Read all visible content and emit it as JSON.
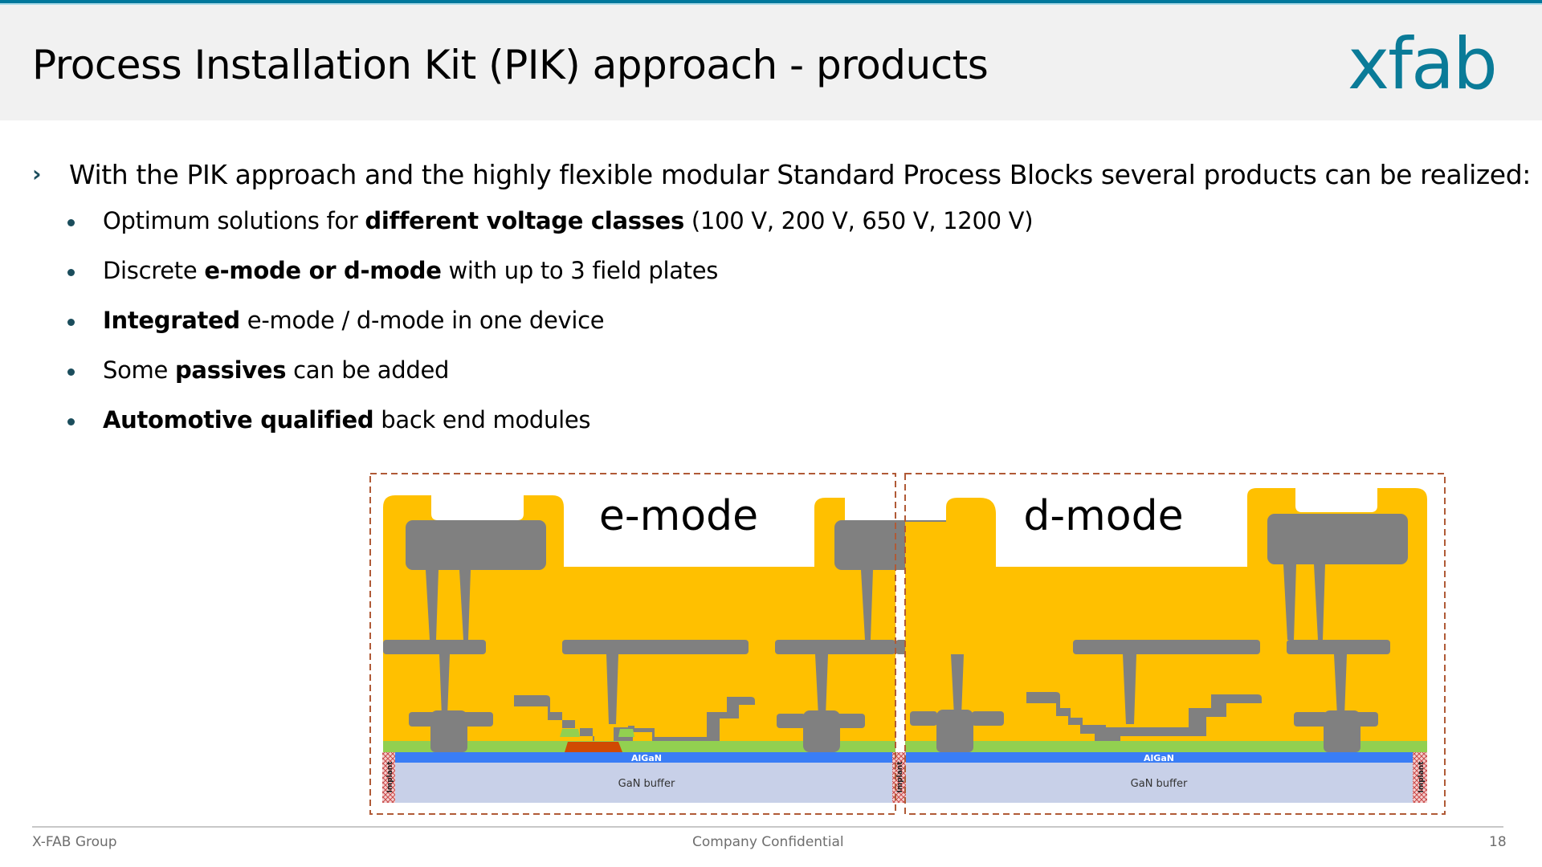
{
  "header": {
    "title": "Process Installation Kit (PIK) approach - products",
    "logo_text": "xfab"
  },
  "content": {
    "intro": "With the PIK approach and the highly flexible modular Standard Process Blocks several products can be realized:",
    "bullets": [
      {
        "pre": "Optimum solutions for ",
        "bold": "different voltage classes",
        "post": " (100 V, 200 V, 650 V, 1200 V)"
      },
      {
        "pre": "Discrete ",
        "bold": "e-mode or d-mode",
        "post": " with up to 3 field plates"
      },
      {
        "pre": "",
        "bold": "Integrated",
        "post": " e-mode / d-mode in one device"
      },
      {
        "pre": "Some ",
        "bold": "passives",
        "post": " can be added"
      },
      {
        "pre": "",
        "bold": "Automotive qualified",
        "post": " back end modules"
      }
    ]
  },
  "diagram": {
    "emode_label": "e-mode",
    "dmode_label": "d-mode",
    "algan_label": "AlGaN",
    "gan_label": "GaN buffer",
    "implant_label": "Implant",
    "colors": {
      "dielectric": "#ffc000",
      "metal": "#808080",
      "passivation": "#92d050",
      "algan": "#3a7df5",
      "gan": "#c8d0e8",
      "pgan": "#d04a02",
      "border": "#b05a36",
      "implant": "#e8a0a0"
    }
  },
  "footer": {
    "left": "X-FAB Group",
    "center": "Company Confidential",
    "page": "18"
  },
  "colors": {
    "brand": "#00789c",
    "bullet": "#1b4d5c"
  }
}
